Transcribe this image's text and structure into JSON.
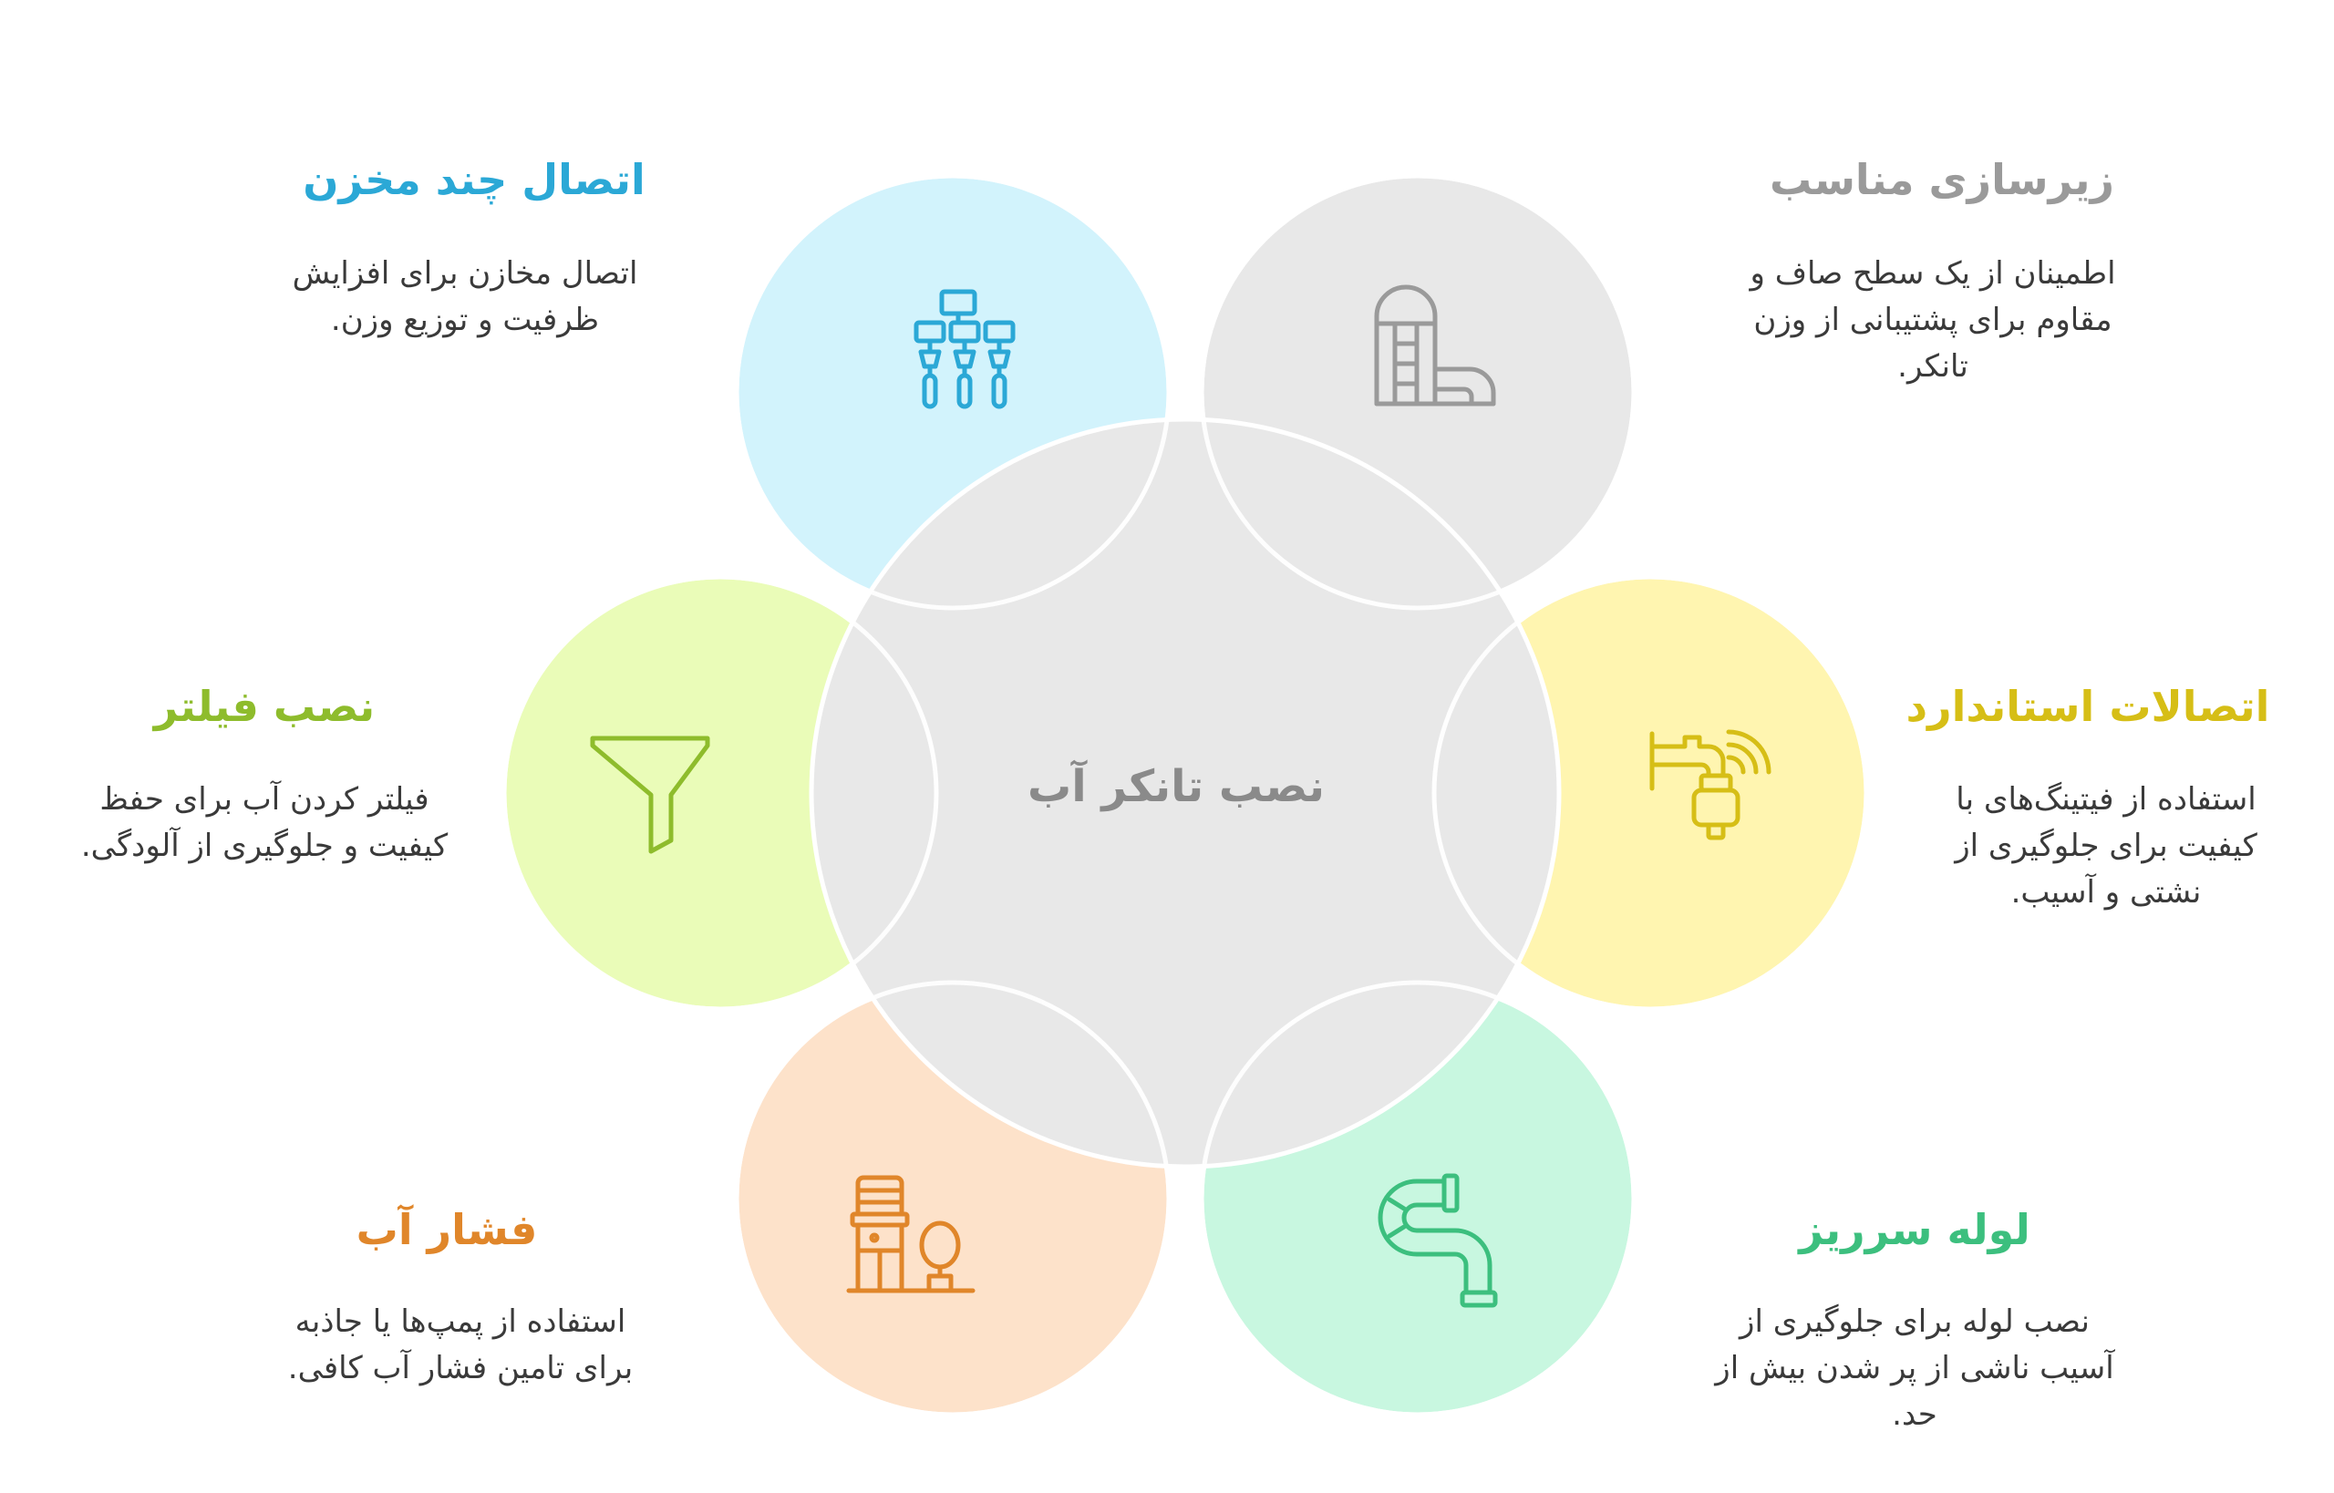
{
  "center": {
    "title": "نصب تانکر آب"
  },
  "items": [
    {
      "key": "foundation",
      "title": "زیرسازی مناسب",
      "description": "اطمینان از یک سطح صاف و مقاوم برای پشتیبانی از وزن تانکر.",
      "color": "#9a9a9a",
      "circle_fill": "#e8e8e8",
      "icon": "silo-pipe-icon"
    },
    {
      "key": "fittings",
      "title": "اتصالات استاندارد",
      "description": "استفاده از فیتینگ‌های با کیفیت برای جلوگیری از نشتی و آسیب.",
      "color": "#d6be16",
      "circle_fill": "#fff5b0",
      "icon": "faucet-icon"
    },
    {
      "key": "overflow",
      "title": "لوله سرریز",
      "description": "نصب لوله برای جلوگیری از آسیب ناشی از پر شدن بیش از حد.",
      "color": "#3cbf7e",
      "circle_fill": "#c8f7e0",
      "icon": "pipe-icon"
    },
    {
      "key": "pressure",
      "title": "فشار آب",
      "description": "استفاده از پمپ‌ها یا جاذبه برای تامین فشار آب کافی.",
      "color": "#e0862a",
      "circle_fill": "#fde2ca",
      "icon": "water-tower-icon"
    },
    {
      "key": "filter",
      "title": "نصب فیلتر",
      "description": "فیلتر کردن آب برای حفظ کیفیت و جلوگیری از آلودگی.",
      "color": "#8ebc2c",
      "circle_fill": "#eafcb8",
      "icon": "funnel-icon"
    },
    {
      "key": "multi_tank",
      "title": "اتصال چند مخزن",
      "description": "اتصال مخازن برای افزایش ظرفیت و توزیع وزن.",
      "color": "#2ba8d6",
      "circle_fill": "#d2f3fc",
      "icon": "tank-network-icon"
    }
  ]
}
